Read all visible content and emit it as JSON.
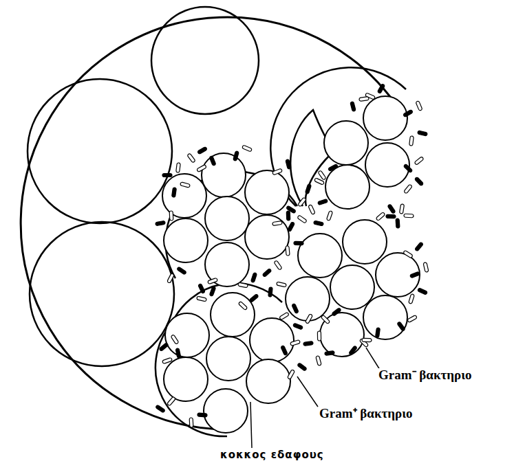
{
  "diagram": {
    "labels": [
      "Gram⁻ βακτηριο",
      "Gram⁺ βακτηριο",
      "κοκκος εδαφους"
    ]
  }
}
